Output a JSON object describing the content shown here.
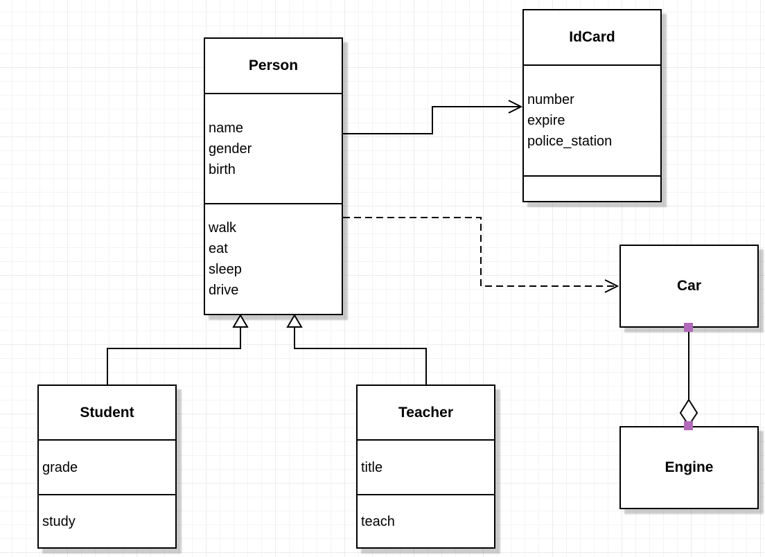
{
  "diagram": {
    "type": "uml-class-diagram",
    "classes": [
      {
        "name": "Person",
        "attributes": [
          "name",
          "gender",
          "birth"
        ],
        "methods": [
          "walk",
          "eat",
          "sleep",
          "drive"
        ]
      },
      {
        "name": "IdCard",
        "attributes": [
          "number",
          "expire",
          "police_station"
        ],
        "methods": []
      },
      {
        "name": "Car",
        "attributes": [],
        "methods": []
      },
      {
        "name": "Engine",
        "attributes": [],
        "methods": []
      },
      {
        "name": "Student",
        "attributes": [
          "grade"
        ],
        "methods": [
          "study"
        ]
      },
      {
        "name": "Teacher",
        "attributes": [
          "title"
        ],
        "methods": [
          "teach"
        ]
      }
    ],
    "relationships": [
      {
        "type": "association",
        "from": "Person",
        "to": "IdCard",
        "line": "solid",
        "end_marker": "open-arrow"
      },
      {
        "type": "dependency",
        "from": "Person",
        "to": "Car",
        "line": "dashed",
        "end_marker": "open-arrow"
      },
      {
        "type": "generalization",
        "from": "Student",
        "to": "Person",
        "line": "solid",
        "end_marker": "hollow-triangle"
      },
      {
        "type": "generalization",
        "from": "Teacher",
        "to": "Person",
        "line": "solid",
        "end_marker": "hollow-triangle"
      },
      {
        "type": "aggregation",
        "from": "Car",
        "to": "Engine",
        "line": "solid",
        "end_marker": "hollow-diamond",
        "anchors": "fixed"
      }
    ],
    "colors": {
      "stroke": "#000000",
      "box_fill": "#ffffff",
      "anchor_point": "#b269b9",
      "grid_line": "#f4f4f4",
      "grid_line_major": "#ececec",
      "shadow": "#cccccc"
    }
  }
}
